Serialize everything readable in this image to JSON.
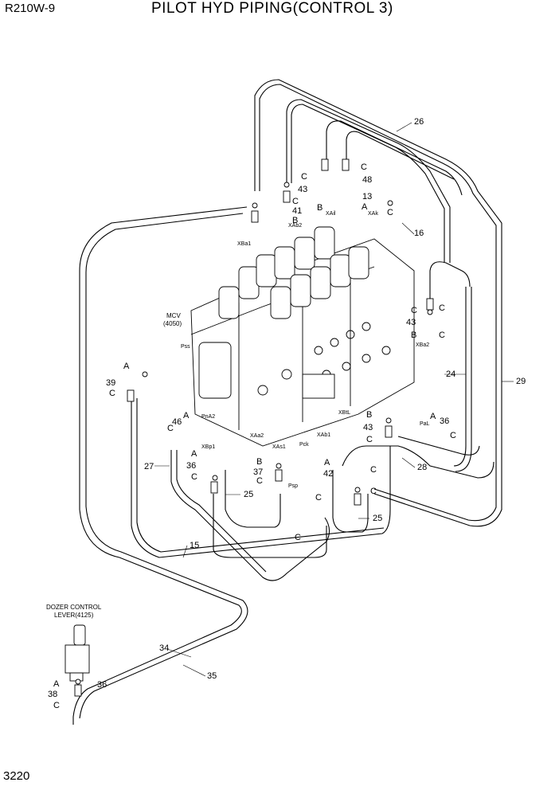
{
  "header": {
    "model": "R210W-9",
    "title": "PILOT HYD PIPING(CONTROL 3)"
  },
  "page_number": "3220",
  "captions": {
    "mcv_line1": "MCV",
    "mcv_line2": "(4050)",
    "dozer_line1": "DOZER CONTROL",
    "dozer_line2": "LEVER(4125)"
  },
  "callouts": [
    "26",
    "C",
    "48",
    "C",
    "43",
    "13",
    "41",
    "B",
    "C",
    "B",
    "A",
    "C",
    "16",
    "C",
    "C",
    "43",
    "B",
    "C",
    "24",
    "29",
    "A",
    "39",
    "C",
    "A",
    "46",
    "C",
    "A",
    "36",
    "B",
    "C",
    "43",
    "C",
    "28",
    "27",
    "A",
    "36",
    "C",
    "B",
    "37",
    "C",
    "A",
    "42",
    "C",
    "C",
    "25",
    "C",
    "25",
    "C",
    "15",
    "34",
    "35",
    "A",
    "36",
    "38",
    "C"
  ],
  "ports": [
    "XAb2",
    "XAil",
    "XAk",
    "XBa1",
    "Pss",
    "PnA2",
    "XAa2",
    "XBp1",
    "XAs1",
    "Pck",
    "XAb1",
    "XBtL",
    "PaL",
    "XBa2",
    "Psp"
  ]
}
